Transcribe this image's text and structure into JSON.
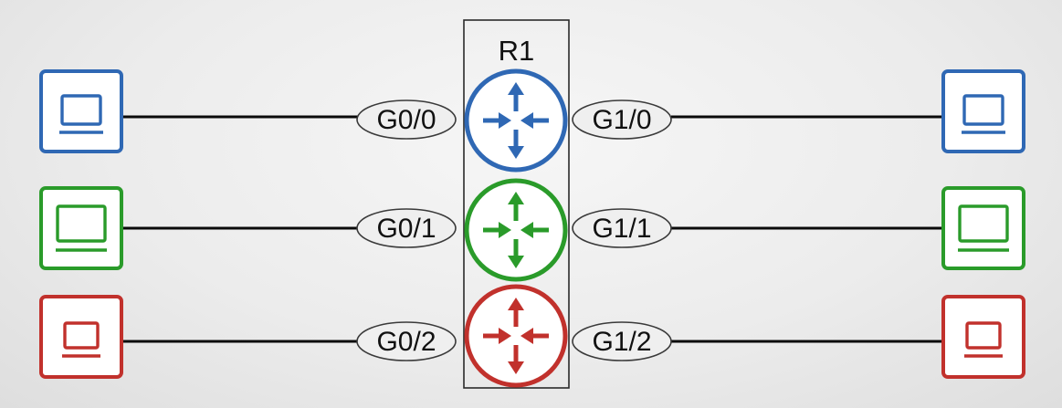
{
  "router": {
    "name": "R1"
  },
  "rows": [
    {
      "color": "#2f68b4",
      "left_port": "G0/0",
      "right_port": "G1/0"
    },
    {
      "color": "#2a9b2a",
      "left_port": "G0/1",
      "right_port": "G1/1"
    },
    {
      "color": "#c1312c",
      "left_port": "G0/2",
      "right_port": "G1/2"
    }
  ],
  "icons": {
    "pc": "pc-icon",
    "router": "router-icon"
  },
  "colors": {
    "link": "#0a0a0a",
    "label_fill": "#efefef",
    "label_stroke": "#3a3a3a",
    "box_stroke": "#2a2a2a"
  }
}
